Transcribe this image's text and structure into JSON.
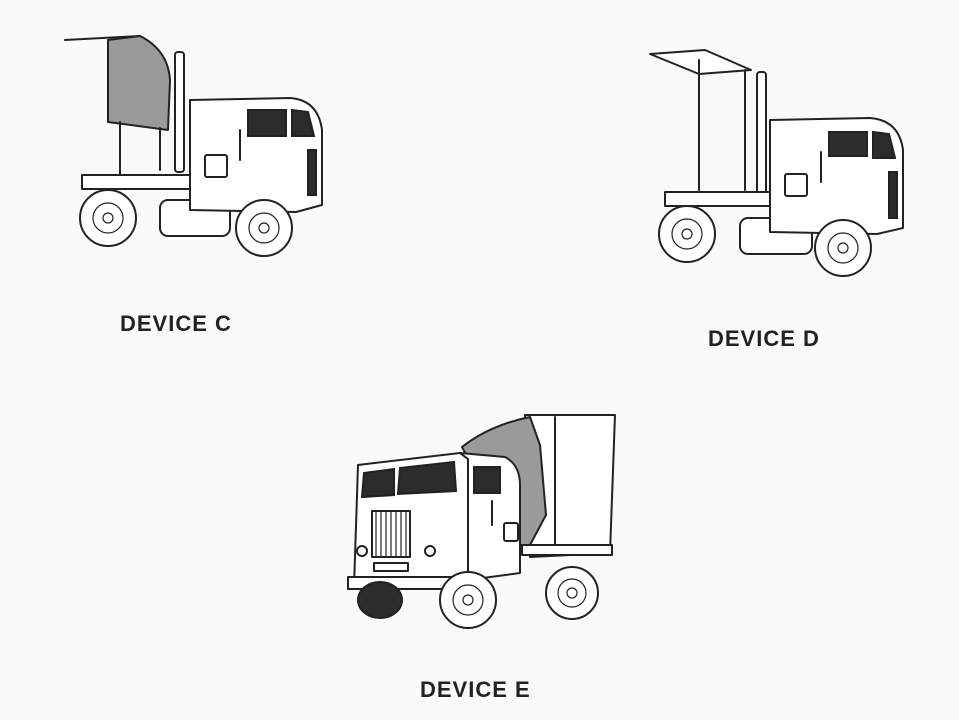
{
  "figures": [
    {
      "label": "DEVICE C"
    },
    {
      "label": "DEVICE D"
    },
    {
      "label": "DEVICE E"
    }
  ]
}
